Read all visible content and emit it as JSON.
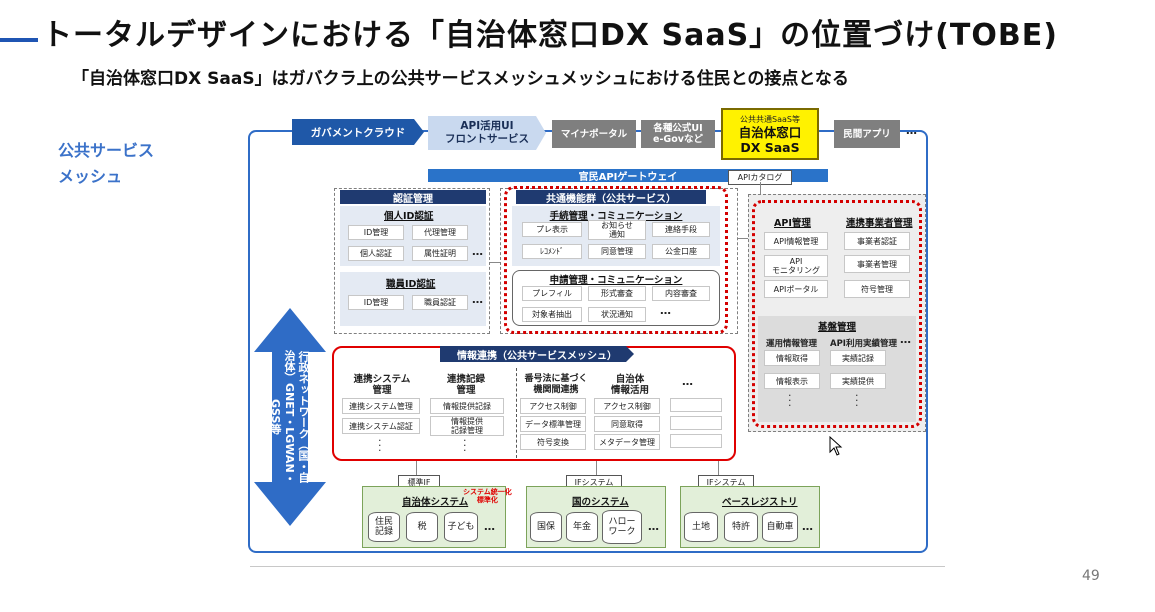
{
  "slide": {
    "title": "トータルデザインにおける「自治体窓口DX SaaS」の位置づけ(TOBE)",
    "subtitle": "「自治体窓口DX SaaS」はガバクラ上の公共サービスメッシュメッシュにおける住民との接点となる",
    "side_label_1": "公共サービス",
    "side_label_2": "メッシュ",
    "page_number": "49"
  },
  "top_row": {
    "gov_cloud": "ガバメントクラウド",
    "api_ui_1": "API活用UI",
    "api_ui_2": "フロントサービス",
    "mynaportal": "マイナポータル",
    "egov_1": "各種公式UI",
    "egov_2": "e-Govなど",
    "dx_small": "公共共通SaaS等",
    "dx_big_1": "自治体窓口",
    "dx_big_2": "DX SaaS",
    "private_app": "民間アプリ",
    "more": "…"
  },
  "gateway": {
    "label": "官民APIゲートウェイ",
    "catalog": "APIカタログ"
  },
  "auth": {
    "header": "認証管理",
    "personal_id": "個人ID認証",
    "cells_1": [
      "ID管理",
      "代理管理",
      "個人認証",
      "属性証明"
    ],
    "staff_id": "職員ID認証",
    "cells_2": [
      "ID管理",
      "職員認証"
    ],
    "dots": "…"
  },
  "common": {
    "header": "共通機能群（公共サービス）",
    "proc_title": "手続管理・コミュニケーション",
    "proc_cells": [
      "プレ表示",
      "お知らせ\n通知",
      "連絡手段",
      "ﾚｺﾒﾝﾄﾞ",
      "同意管理",
      "公金口座"
    ],
    "app_title": "申請管理・コミュニケーション",
    "app_cells": [
      "プレフィル",
      "形式審査",
      "内容審査",
      "対象者抽出",
      "状況通知"
    ],
    "dots": "…"
  },
  "right": {
    "api_mgmt": "API管理",
    "api_cells": [
      "API情報管理",
      "API\nモニタリング",
      "APIポータル"
    ],
    "partner_mgmt": "連携事業者管理",
    "partner_cells": [
      "事業者認証",
      "事業者管理",
      "符号管理"
    ],
    "base_mgmt": "基盤管理",
    "ops_title": "運用情報管理",
    "ops_cells": [
      "情報取得",
      "情報表示"
    ],
    "usage_title": "API利用実績管理",
    "usage_cells": [
      "実績記録",
      "実績提供"
    ],
    "dots": "…"
  },
  "info": {
    "header": "情報連携（公共サービスメッシュ）",
    "col1_title": "連携システム\n管理",
    "col1_cells": [
      "連携システム管理",
      "連携システム認証"
    ],
    "col2_title": "連携記録\n管理",
    "col2_cells": [
      "情報提供記録",
      "情報提供\n記録管理"
    ],
    "col3_title": "番号法に基づく\n機関間連携",
    "col3_cells": [
      "アクセス制御",
      "データ標準管理",
      "符号変換"
    ],
    "col4_title": "自治体\n情報活用",
    "col4_cells": [
      "アクセス制御",
      "同意取得",
      "メタデータ管理"
    ],
    "dots": "…"
  },
  "network": {
    "label": "行政ネットワーク（国・自治体）GNET・LGWAN・GSS等"
  },
  "bottom": {
    "if_local": "標準IF",
    "local_title": "自治体システム",
    "local_note": "システム統一化\n標準化",
    "local_cells": [
      "住民\n記録",
      "税",
      "子ども"
    ],
    "if_nat": "IFシステム",
    "nat_title": "国のシステム",
    "nat_cells": [
      "国保",
      "年金",
      "ハロー\nワーク"
    ],
    "if_base": "IFシステム",
    "base_title": "ベースレジストリ",
    "base_cells": [
      "土地",
      "特許",
      "自動車"
    ],
    "dots": "…"
  },
  "colors": {
    "accent_blue": "#1f55b3",
    "frame_blue": "#2f6cc6",
    "navy": "#1f3a70",
    "highlight_yellow": "#fff200",
    "alert_red": "#e00000",
    "system_green": "#e2efd9"
  }
}
